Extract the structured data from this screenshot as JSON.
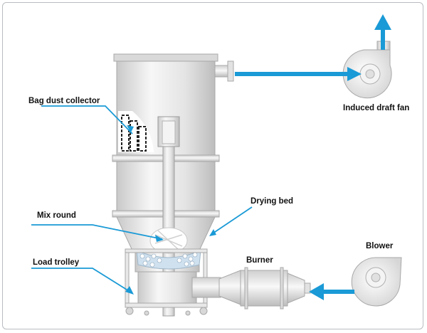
{
  "labels": {
    "bag_dust_collector": "Bag dust collector",
    "induced_draft_fan": "Induced draft fan",
    "mix_round": "Mix round",
    "drying_bed": "Drying bed",
    "load_trolley": "Load trolley",
    "burner": "Burner",
    "blower": "Blower"
  },
  "colors": {
    "flow_arrow": "#1a9ad6",
    "leader_line": "#1a9ad6",
    "equipment_body": "#ececec",
    "equipment_edge": "#a8a8a8"
  }
}
